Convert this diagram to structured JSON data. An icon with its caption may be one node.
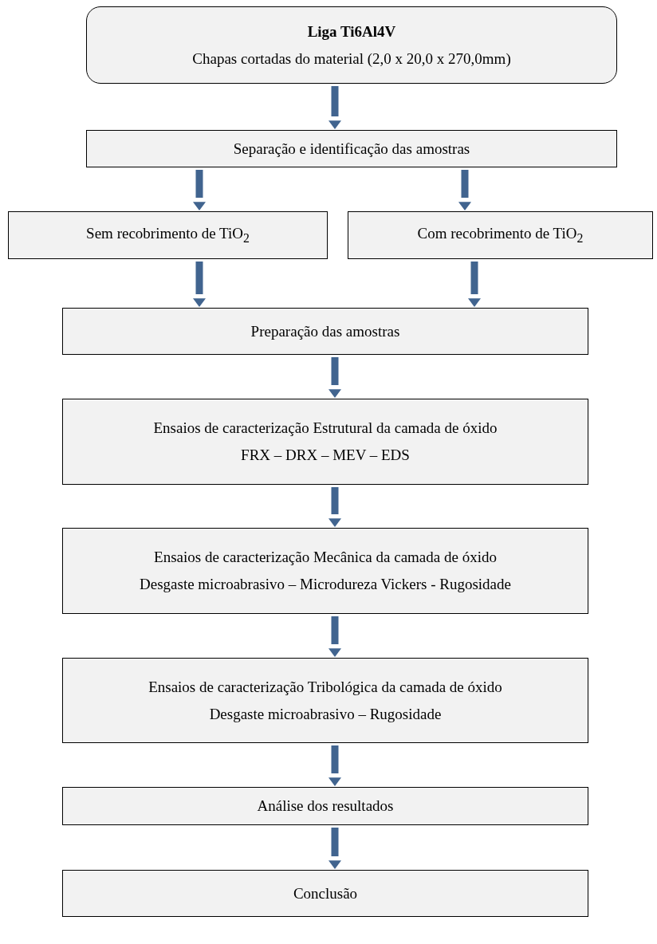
{
  "diagram": {
    "nodes": [
      {
        "text": [
          "Liga Ti6Al4V",
          "Chapas cortadas do material (2,0 x 20,0 x 270,0mm)"
        ]
      },
      {
        "text": [
          "Separação e identificação das amostras"
        ]
      },
      {
        "text": [
          "Sem recobrimento de TiO$_{2}$"
        ]
      },
      {
        "text": [
          "Com recobrimento de TiO$_{2}$"
        ]
      },
      {
        "text": [
          "Preparação das amostras"
        ]
      },
      {
        "text": [
          "Ensaios de caracterização Estrutural da camada de óxido",
          "FRX – DRX –  MEV – EDS"
        ]
      },
      {
        "text": [
          "Ensaios de caracterização Mecânica da camada de óxido",
          "Desgaste microabrasivo – Microdureza Vickers - Rugosidade"
        ]
      },
      {
        "text": [
          "Ensaios de caracterização Tribológica da camada de óxido",
          "Desgaste microabrasivo –  Rugosidade"
        ]
      },
      {
        "text": [
          "Análise dos resultados"
        ]
      },
      {
        "text": [
          "Conclusão"
        ]
      }
    ],
    "edges": [
      {
        "from": 0,
        "to": 1,
        "arrow": "to"
      },
      {
        "from": 1,
        "to": 2,
        "arrow": "to"
      },
      {
        "from": 1,
        "to": 3,
        "arrow": "to"
      },
      {
        "from": 2,
        "to": 4,
        "arrow": "to"
      },
      {
        "from": 3,
        "to": 4,
        "arrow": "to"
      },
      {
        "from": 4,
        "to": 5,
        "arrow": "to"
      },
      {
        "from": 5,
        "to": 6,
        "arrow": "to"
      },
      {
        "from": 6,
        "to": 7,
        "arrow": "to"
      },
      {
        "from": 7,
        "to": 8,
        "arrow": "to"
      },
      {
        "from": 8,
        "to": 9,
        "arrow": "to"
      }
    ]
  }
}
